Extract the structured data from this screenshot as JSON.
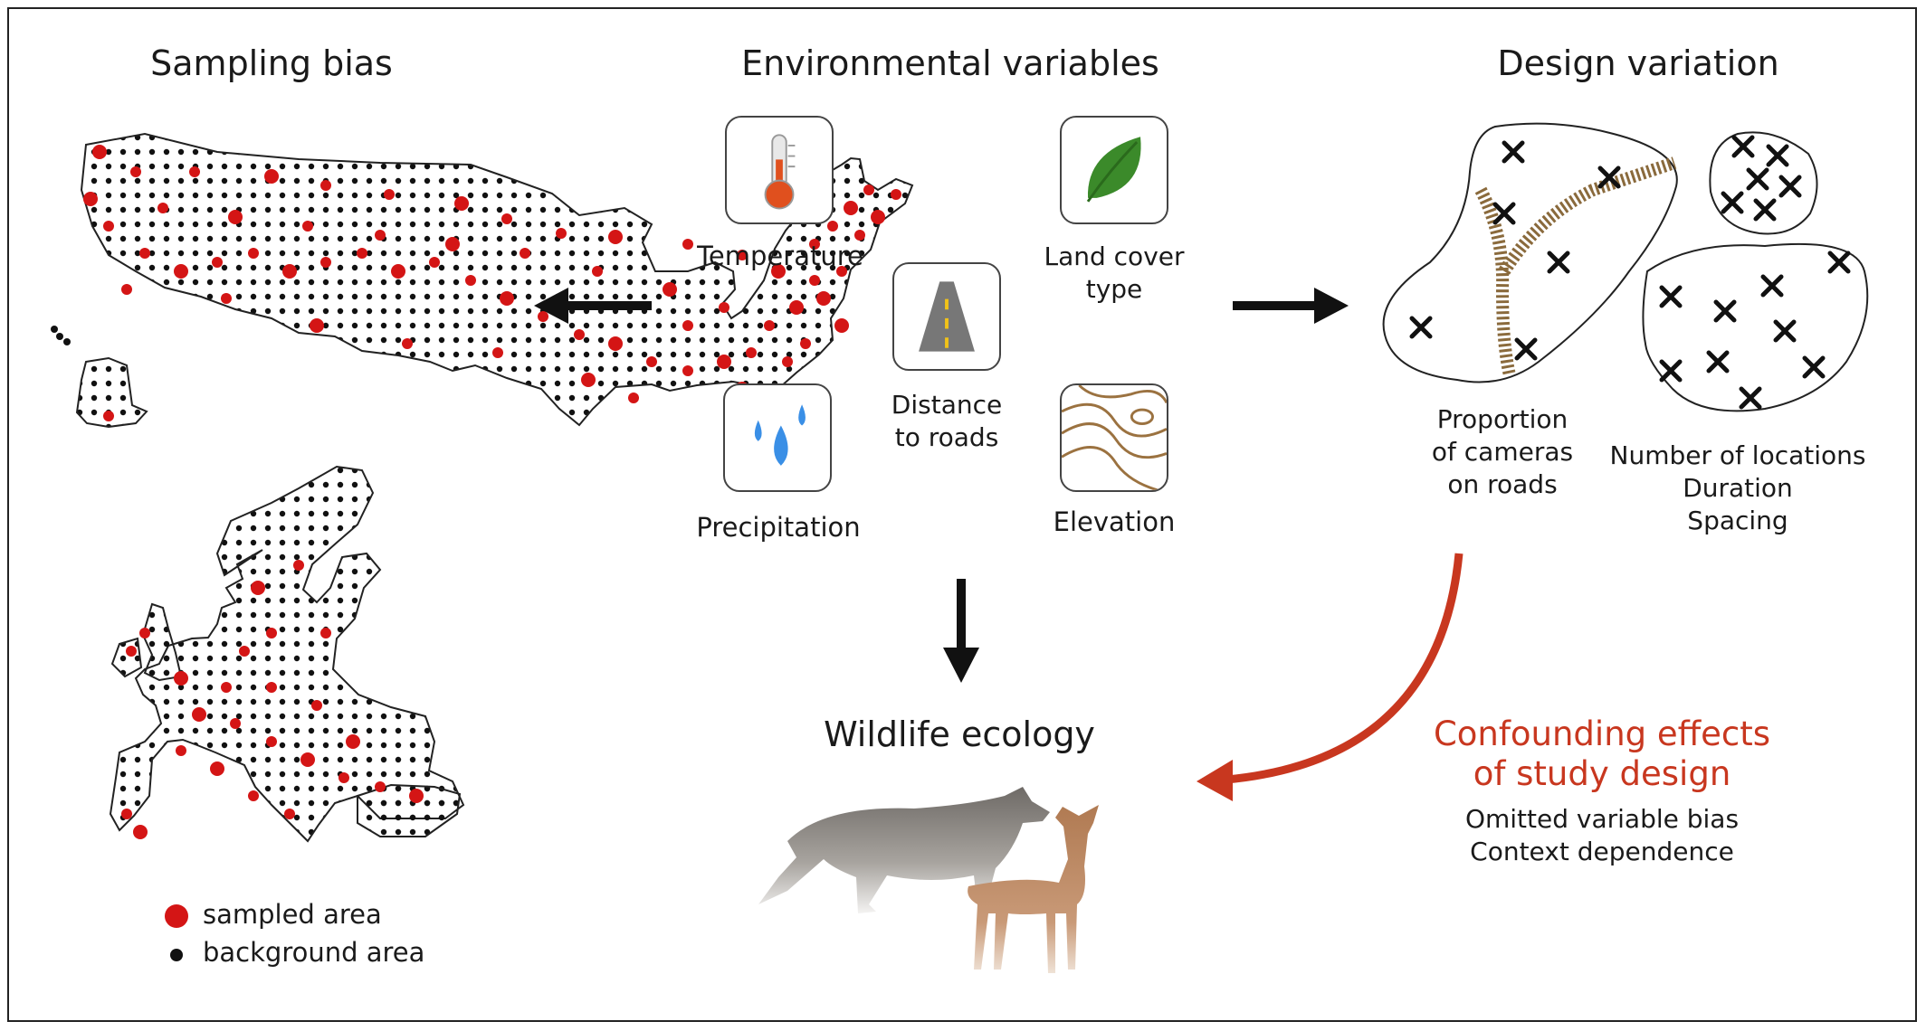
{
  "sampling": {
    "title": "Sampling bias",
    "legend": {
      "sampled": "sampled area",
      "background": "background area"
    },
    "colors": {
      "sampled": "#d41515",
      "background": "#111111"
    }
  },
  "environment": {
    "title": "Environmental variables",
    "temperature": "Temperature",
    "land_cover": [
      "Land cover",
      "type"
    ],
    "distance": [
      "Distance",
      "to roads"
    ],
    "precipitation": "Precipitation",
    "elevation": "Elevation"
  },
  "design": {
    "title": "Design variation",
    "roads": [
      "Proportion",
      "of cameras",
      "on roads"
    ],
    "locations": [
      "Number of locations",
      "Duration",
      "Spacing"
    ]
  },
  "wildlife": {
    "title": "Wildlife ecology"
  },
  "confounding": {
    "title": [
      "Confounding effects",
      "of study design"
    ],
    "items": [
      "Omitted variable bias",
      "Context dependence"
    ],
    "color": "#c8371f"
  }
}
